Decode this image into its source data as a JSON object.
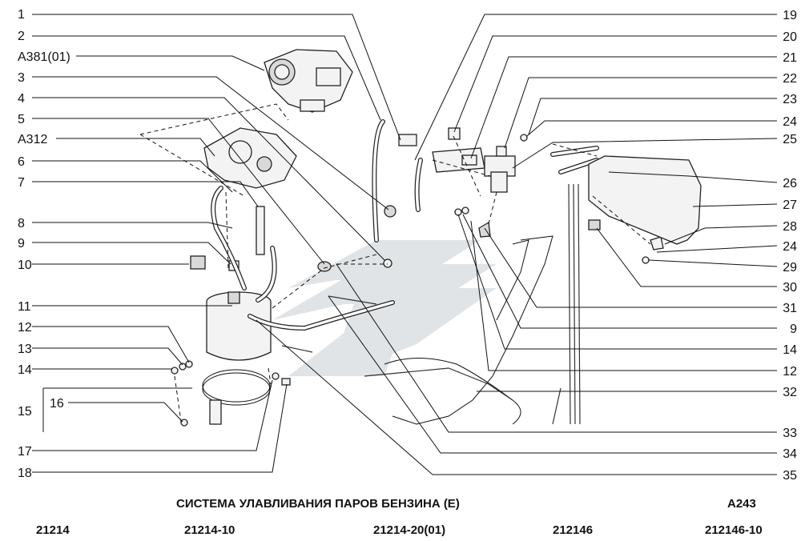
{
  "labels_left": [
    "1",
    "2",
    "А381(01)",
    "3",
    "4",
    "5",
    "А312",
    "6",
    "7",
    "8",
    "9",
    "10",
    "11",
    "12",
    "13",
    "14",
    "15",
    "16",
    "17",
    "18"
  ],
  "labels_right": [
    "19",
    "20",
    "21",
    "22",
    "23",
    "24",
    "25",
    "26",
    "27",
    "28",
    "24",
    "29",
    "30",
    "31",
    "9",
    "14",
    "12",
    "32",
    "33",
    "34",
    "35"
  ],
  "title": "СИСТЕМА УЛАВЛИВАНИЯ ПАРОВ БЕНЗИНА (Е)",
  "code": "А243",
  "models": [
    "21214",
    "21214-10",
    "21214-20(01)",
    "212146",
    "212146-10"
  ],
  "watermark_color": "#c9cfd3"
}
